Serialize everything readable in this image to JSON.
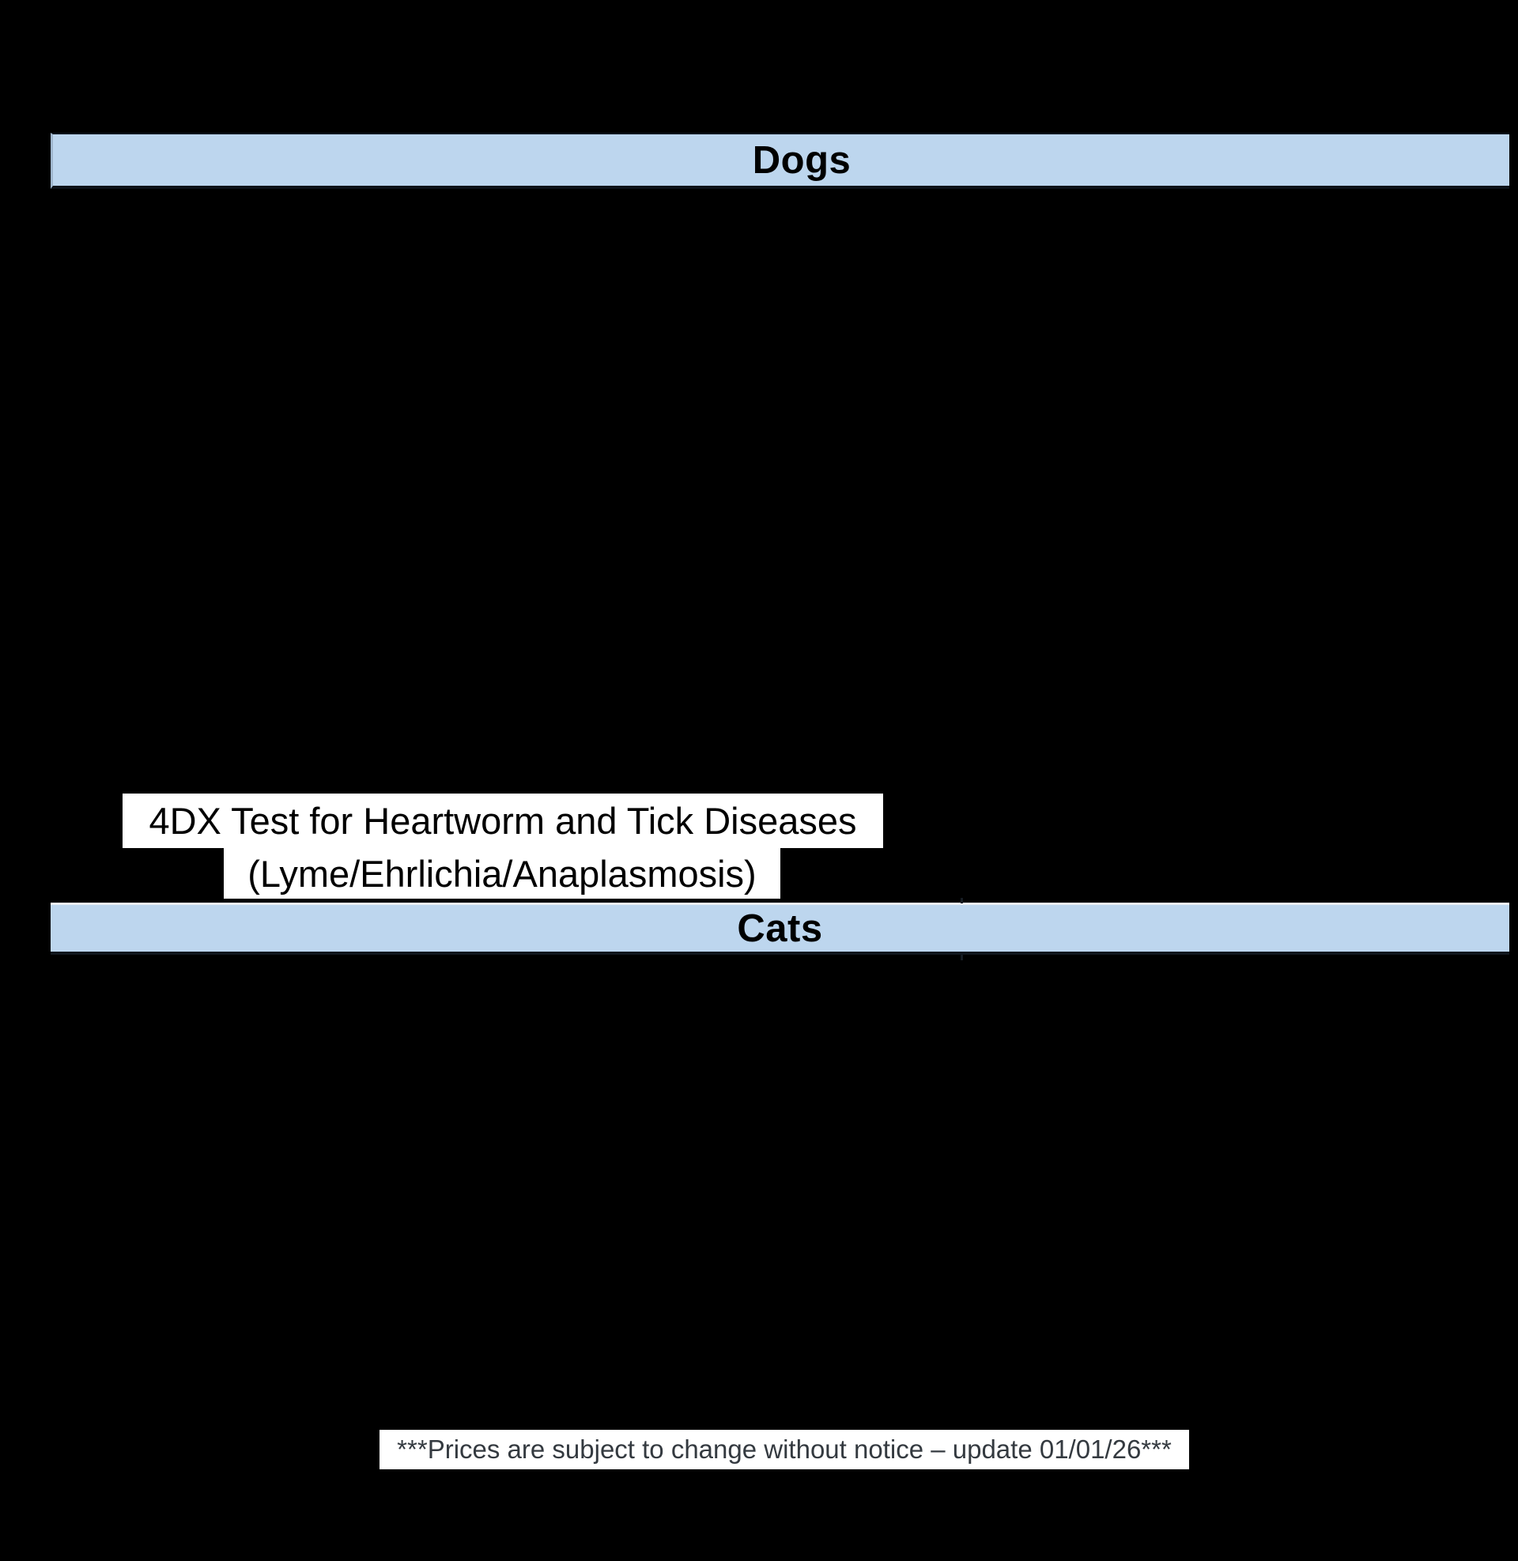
{
  "document": {
    "type": "veterinary-price-list",
    "background_color": "#000000"
  },
  "sections": {
    "dogs": {
      "header_label": "Dogs"
    },
    "cats": {
      "header_label": "Cats"
    }
  },
  "highlight_note": {
    "line1": "4DX Test for Heartworm and Tick Diseases",
    "line2": "(Lyme/Ehrlichia/Anaplasmosis)"
  },
  "footer": {
    "text": "***Prices are subject to change without notice – update 01/01/26***"
  },
  "colors": {
    "section_header_fill": "#BDD6EE",
    "section_header_text": "#000000",
    "highlight_fill": "#FFFFFF",
    "highlight_text": "#000000",
    "footer_fill": "#FFFFFF",
    "footer_text": "#343A40"
  }
}
